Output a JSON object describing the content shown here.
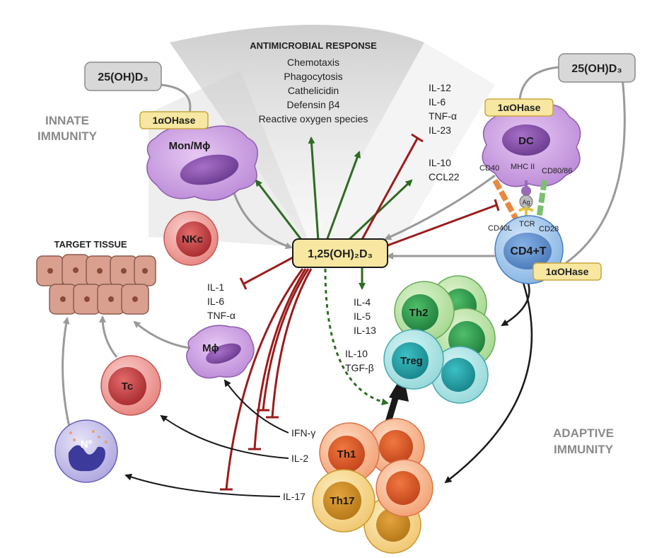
{
  "colors": {
    "inhibit": "#9b1c1c",
    "activate": "#2e6b23",
    "gray_arrow": "#9a9a9a",
    "black_arrow": "#1a1a1a",
    "mon_purple": "#c99ee0",
    "box_yellow": "#f7e7a0",
    "box_gray": "#d8d8d8"
  },
  "labels": {
    "antimicrobial_title": "ANTIMICROBIAL RESPONSE",
    "antimicrobial_items": [
      "Chemotaxis",
      "Phagocytosis",
      "Cathelicidin",
      "Defensin β4",
      "Reactive oxygen species"
    ],
    "innate_line1": "INNATE",
    "innate_line2": "IMMUNITY",
    "adaptive_line1": "ADAPTIVE",
    "adaptive_line2": "IMMUNITY",
    "target_tissue": "TARGET TISSUE",
    "calcitriol": "1,25(OH)₂D₃",
    "precursor_left": "25(OH)D₃",
    "precursor_right": "25(OH)D₃",
    "hydroxylase_left": "1αOHase",
    "hydroxylase_dc": "1αOHase",
    "hydroxylase_t": "1αOHase",
    "mon_mphi": "Mon/Mϕ",
    "dc": "DC",
    "nkc": "NKc",
    "mphi": "Mϕ",
    "tc": "Tc",
    "neutrophil": "Nº",
    "cd4t": "CD4+T",
    "th2": "Th2",
    "treg": "Treg",
    "th1": "Th1",
    "th17": "Th17",
    "dc_cyto_inhibit": [
      "IL-12",
      "IL-6",
      "TNF-α",
      "IL-23"
    ],
    "dc_cyto_activate": [
      "IL-10",
      "CCL22"
    ],
    "mphi_cyto": [
      "IL-1",
      "IL-6",
      "TNF-α"
    ],
    "th2_cyto": [
      "IL-4",
      "IL-5",
      "IL-13"
    ],
    "treg_cyto": [
      "IL-10",
      "TGF-β"
    ],
    "ifng": "IFN-γ",
    "il2": "IL-2",
    "il17": "IL-17",
    "cd40": "CD40",
    "mhc2": "MHC II",
    "cd8086": "CD80/86",
    "ag": "Ag",
    "cd40l": "CD40L",
    "tcr": "TCR",
    "cd28": "CD28"
  }
}
